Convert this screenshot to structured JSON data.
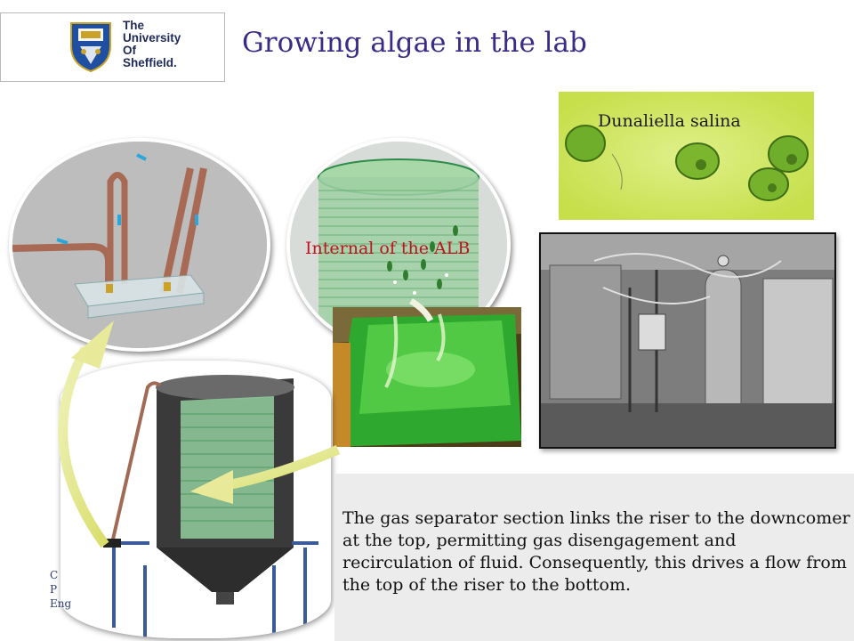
{
  "header": {
    "logo_lines": [
      "The",
      "University",
      "Of",
      "Sheffield."
    ],
    "title": "Growing algae in the lab"
  },
  "images": {
    "internal_label": "Internal of the ALB",
    "species_label": "Dunaliella salina"
  },
  "caption": {
    "text": "The gas separator section links the riser to the downcomer at the top, permitting gas disengagement and recirculation of fluid. Consequently, this drives a flow from the top of the riser to the bottom."
  },
  "left_fragment": {
    "lines": [
      "C",
      "P",
      "Eng"
    ]
  },
  "colors": {
    "title": "#3b2b86",
    "label_red": "#c0121e",
    "arrow": "#e8ea9a",
    "algae_bg": "#c9e45a"
  }
}
